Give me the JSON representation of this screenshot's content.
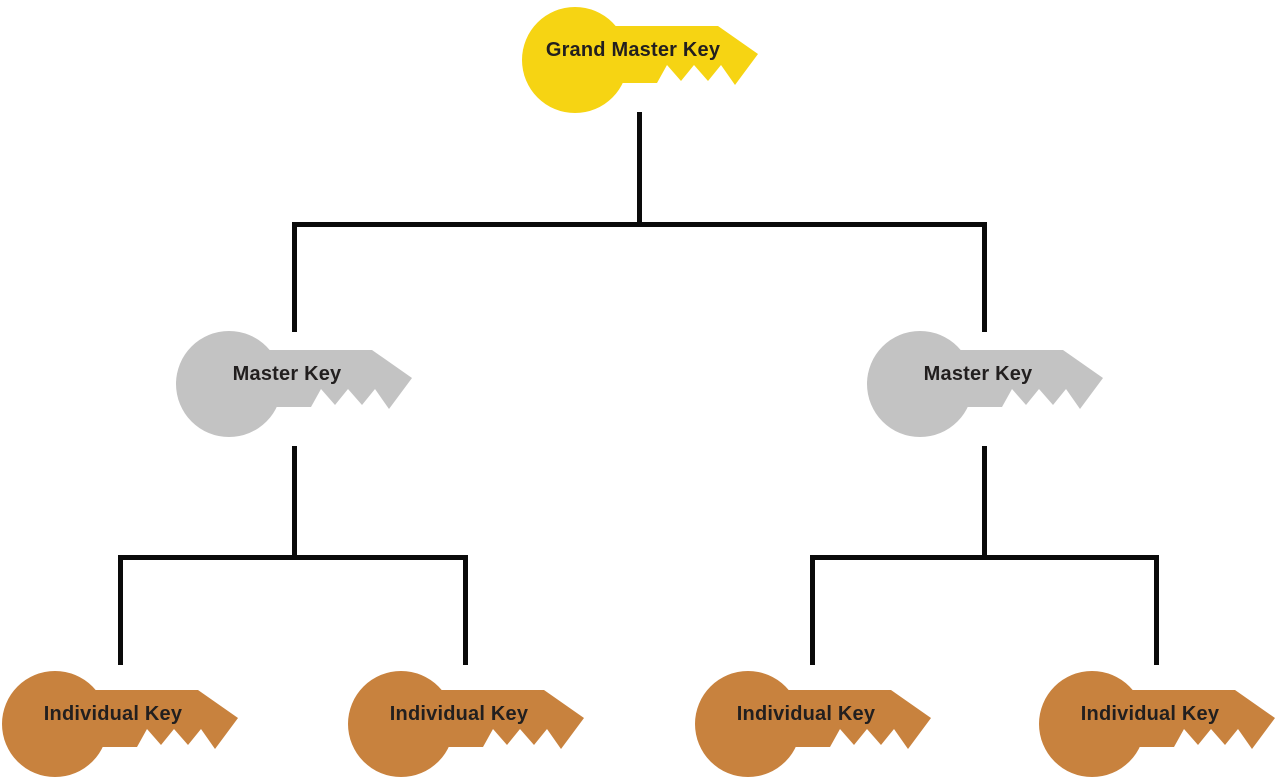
{
  "palette": {
    "grand_master_fill": "#F6D413",
    "master_fill": "#C3C3C3",
    "individual_fill": "#C8823E",
    "connector": "#0A0A0A",
    "label_text": "#221F1F",
    "background": "#FFFFFF"
  },
  "icons": {
    "node_shape": "key-icon"
  },
  "tree": {
    "label": "Grand Master Key",
    "children": [
      {
        "label": "Master Key",
        "children": [
          {
            "label": "Individual Key"
          },
          {
            "label": "Individual Key"
          }
        ]
      },
      {
        "label": "Master Key",
        "children": [
          {
            "label": "Individual Key"
          },
          {
            "label": "Individual Key"
          }
        ]
      }
    ]
  }
}
